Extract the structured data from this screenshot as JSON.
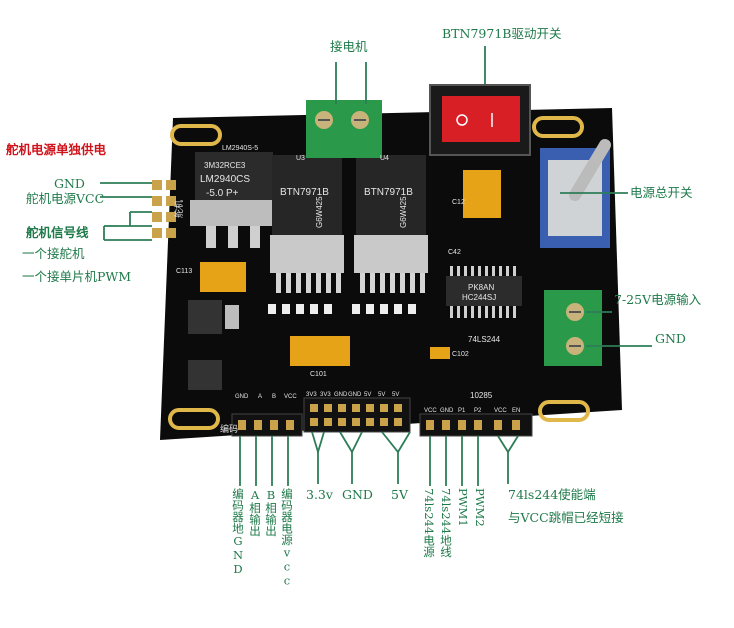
{
  "labels": {
    "motor_connector": "接电机",
    "btn_switch": "BTN7971B驱动开关",
    "servo_power": "舵机电源单独供电",
    "gnd_left": "GND",
    "servo_vcc": "舵机电源VCC",
    "servo_signal": "舵机信号线",
    "servo_signal_1": "一个接舵机",
    "servo_signal_2": "一个接单片机PWM",
    "main_switch": "电源总开关",
    "power_input": "7-25V电源输入",
    "gnd_right": "GND",
    "encoder_gnd": "编码器地GND",
    "phase_a": "A相输出",
    "phase_b": "B相输出",
    "encoder_vcc": "编码器电源vcc",
    "v33": "3.3v",
    "gnd_bottom": "GND",
    "v5": "5V",
    "ls244_power": "74ls244电源",
    "ls244_gnd": "74ls244地线",
    "pwm1": "PWM1",
    "pwm2": "PWM2",
    "enable_1": "74ls244使能端",
    "enable_2": "与VCC跳帽已经短接"
  },
  "board": {
    "chip_btn_left": "BTN7971B",
    "chip_btn_left_sub": "G6W425",
    "chip_btn_right": "BTN7971B",
    "chip_btn_right_sub": "G6W425",
    "chip_ldo": "LM2940CS",
    "chip_ldo_sub": "-5.0 P+",
    "chip_ldo_top": "3M32RCE3",
    "chip_244": "PK8AN",
    "chip_244_sub": "HC244SJ",
    "silk_244": "74LS244",
    "silk_10285": "10285",
    "silk_lm2940": "LM2940S-5",
    "silk_u3": "U3",
    "silk_u4": "U4",
    "silk_bianma": "编码",
    "silk_duoji": "舵机",
    "silk_c12": "C12",
    "silk_c42": "C42",
    "silk_c113": "C113",
    "silk_c101": "C101",
    "silk_c102": "C102",
    "silk_pin_gnd": "GND",
    "silk_pin_a": "A",
    "silk_pin_b": "B",
    "silk_pin_vcc": "VCC",
    "silk_pin_3v3a": "3V3",
    "silk_pin_3v3b": "3V3",
    "silk_pin_gnda": "GND",
    "silk_pin_gndb": "GND",
    "silk_pin_5va": "5V",
    "silk_pin_5vb": "5V",
    "silk_pin_5vc": "5V",
    "silk_pin_vcc2": "VCC",
    "silk_pin_gnd2": "GND",
    "silk_pin_p1": "P1",
    "silk_pin_p2": "P2",
    "silk_pin_vcc3": "VCC",
    "silk_pin_en": "EN"
  },
  "colors": {
    "label": "#1f7a4a",
    "label_red": "#d0131b",
    "line": "#2e7d57",
    "pcb": "#0b0b0b",
    "terminal": "#2a9a4a",
    "switch_red": "#d81f26"
  }
}
